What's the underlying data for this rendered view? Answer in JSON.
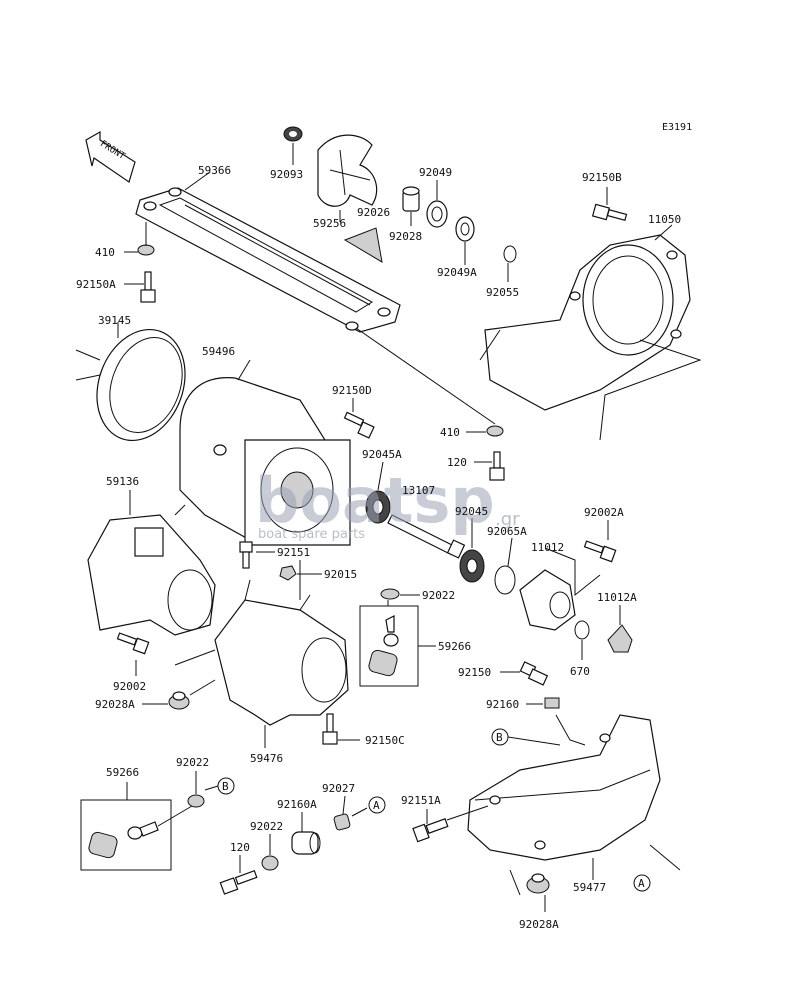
{
  "diagram_code": "E3191",
  "front_label": "FRONT",
  "watermark": {
    "brand": "boatsp",
    "tld": ".gr",
    "tagline": "boat spare parts"
  },
  "labels": {
    "p59366": "59366",
    "p92093": "92093",
    "p59256": "59256",
    "p92026": "92026",
    "p92049": "92049",
    "p92028": "92028",
    "p92049A": "92049A",
    "p92055": "92055",
    "p92150B": "92150B",
    "p11050": "11050",
    "p410a": "410",
    "p92150A": "92150A",
    "p39145": "39145",
    "p59496": "59496",
    "p92150D": "92150D",
    "p410b": "410",
    "p92045A": "92045A",
    "p120a": "120",
    "p13107": "13107",
    "p92045": "92045",
    "p59136": "59136",
    "p92151": "92151",
    "p92015": "92015",
    "p92065A": "92065A",
    "p92002A": "92002A",
    "p11012": "11012",
    "p92022a": "92022",
    "p11012A": "11012A",
    "p59266a": "59266",
    "p670": "670",
    "p92002": "92002",
    "p92150": "92150",
    "p92028A_a": "92028A",
    "p92160": "92160",
    "p59476": "59476",
    "p92150C": "92150C",
    "p59266b": "59266",
    "p92022b": "92022",
    "p92027": "92027",
    "p92160A": "92160A",
    "p92151A": "92151A",
    "p92022c": "92022",
    "p120b": "120",
    "p59477": "59477",
    "p92028A_b": "92028A"
  },
  "callouts": {
    "a1": "A",
    "a2": "A",
    "b1": "B",
    "b2": "B"
  }
}
